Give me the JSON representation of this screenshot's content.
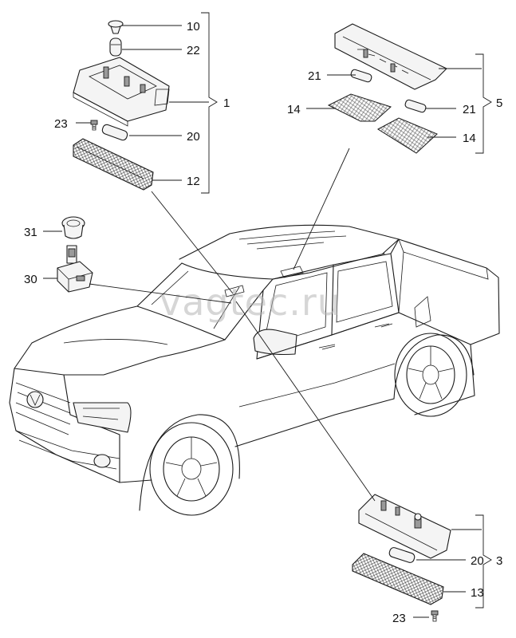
{
  "watermark": "vagtec.ru",
  "labels": {
    "l10": "10",
    "l22": "22",
    "l1": "1",
    "l23a": "23",
    "l20a": "20",
    "l12": "12",
    "l21a": "21",
    "l21b": "21",
    "l5": "5",
    "l14a": "14",
    "l14b": "14",
    "l31": "31",
    "l30": "30",
    "l20b": "20",
    "l3": "3",
    "l13": "13",
    "l23b": "23"
  }
}
